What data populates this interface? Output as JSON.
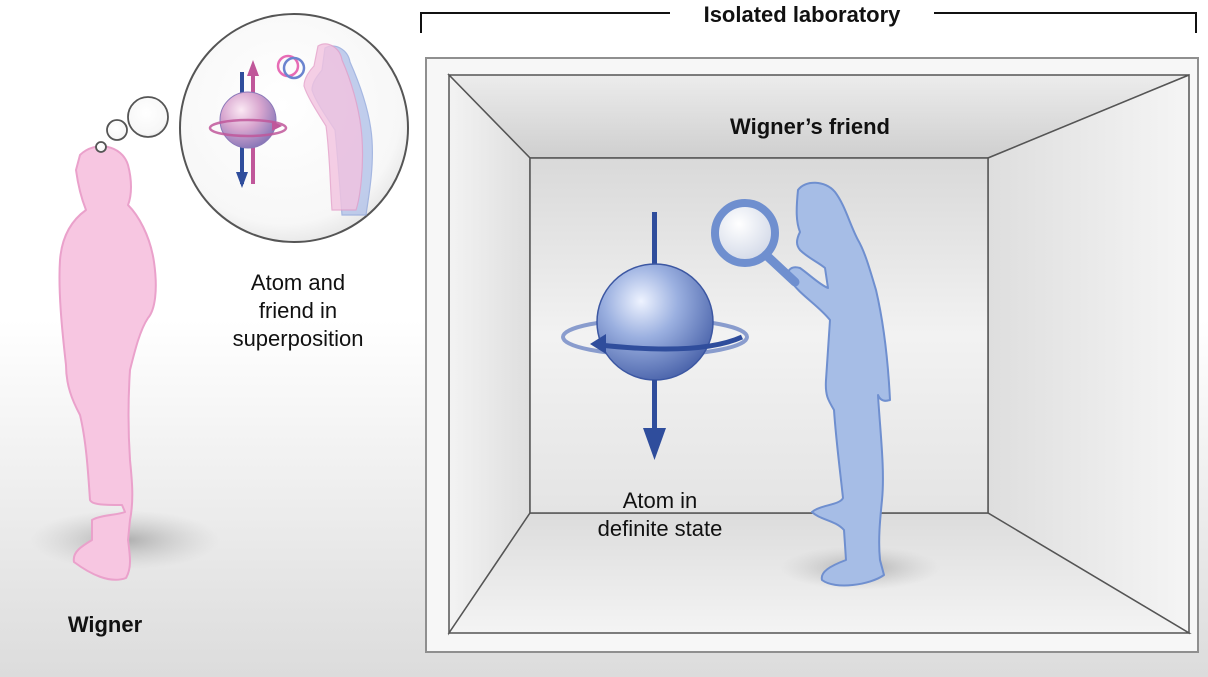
{
  "labels": {
    "isolated_laboratory": "Isolated laboratory",
    "wigners_friend": "Wigner’s friend",
    "atom_definite_line1": "Atom in",
    "atom_definite_line2": "definite state",
    "superposition_line1": "Atom and",
    "superposition_line2": "friend in",
    "superposition_line3": "superposition",
    "wigner": "Wigner"
  },
  "colors": {
    "wigner_pink": "#f6bfdc",
    "friend_blue": "#9fb7e3",
    "arrow_blue": "#2f4d9c",
    "arrow_pink": "#c0579a",
    "lab_frame": "#f4f4f4"
  }
}
